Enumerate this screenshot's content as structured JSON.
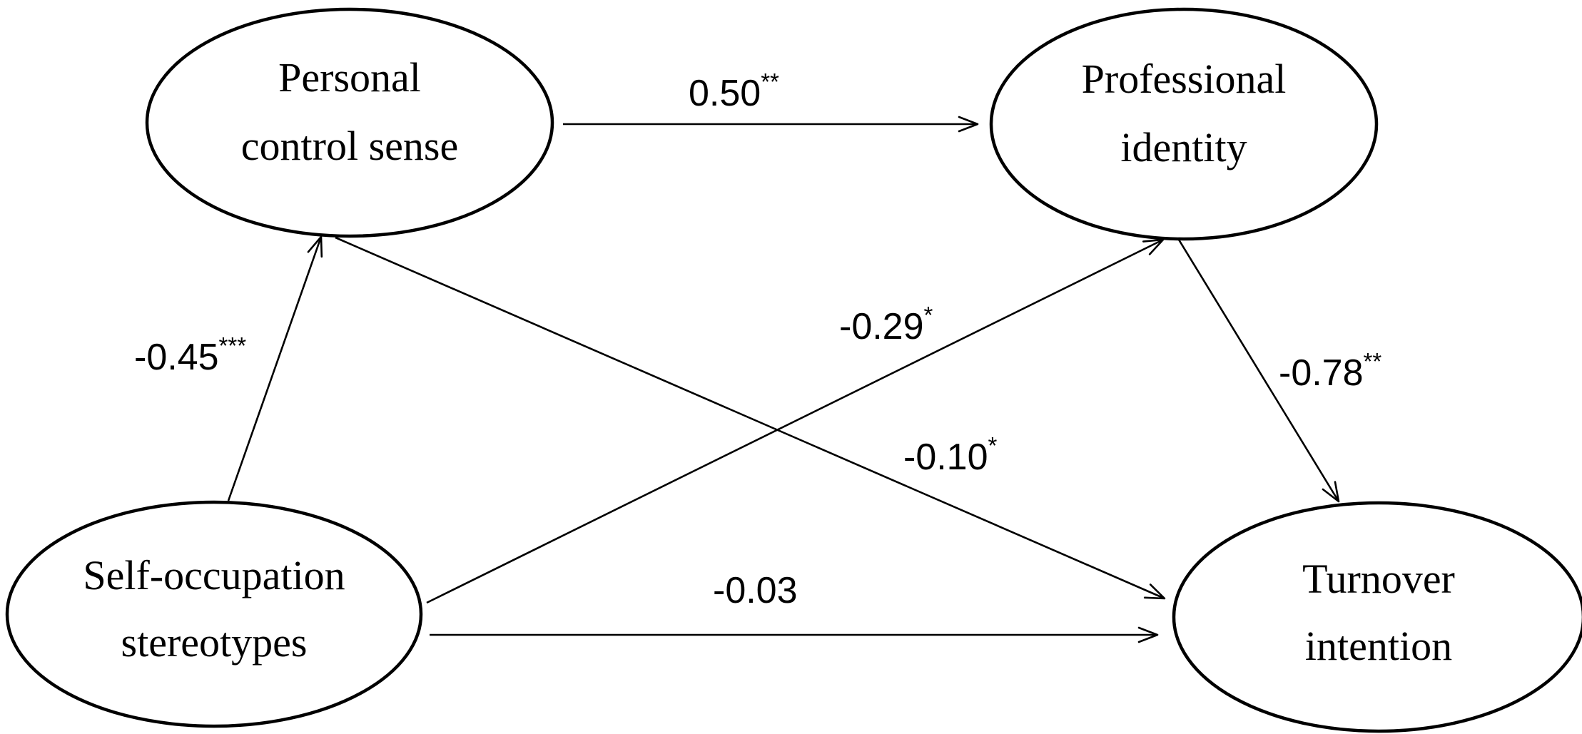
{
  "nodes": {
    "personal_control": {
      "line1": "Personal",
      "line2": "control sense"
    },
    "professional_identity": {
      "line1": "Professional",
      "line2": "identity"
    },
    "self_occupation": {
      "line1": "Self-occupation",
      "line2": "stereotypes"
    },
    "turnover": {
      "line1": "Turnover",
      "line2": "intention"
    }
  },
  "edges": {
    "pcs_to_pi": {
      "coef": "0.50",
      "sig": "**"
    },
    "soc_to_pcs": {
      "coef": "-0.45",
      "sig": "***"
    },
    "soc_to_pi": {
      "coef": "-0.29",
      "sig": "*"
    },
    "pi_to_ti": {
      "coef": "-0.78",
      "sig": "**"
    },
    "pcs_to_ti": {
      "coef": "-0.10",
      "sig": "*"
    },
    "soc_to_ti": {
      "coef": "-0.03",
      "sig": ""
    }
  },
  "colors": {
    "stroke": "#000000",
    "background": "#ffffff"
  }
}
